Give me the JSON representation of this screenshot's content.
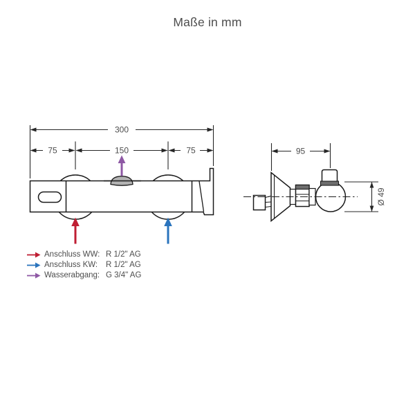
{
  "title": "Maße in mm",
  "front_view": {
    "total_width_mm": "300",
    "left_offset_mm": "75",
    "center_span_mm": "150",
    "right_offset_mm": "75"
  },
  "side_view": {
    "depth_mm": "95",
    "diameter_label": "Ø 49"
  },
  "legend": {
    "items": [
      {
        "label": "Anschluss WW:",
        "value": "R 1/2\" AG"
      },
      {
        "label": "Anschluss KW:",
        "value": "R 1/2\" AG"
      },
      {
        "label": "Wasserabgang:",
        "value": "G 3/4\" AG"
      }
    ]
  },
  "colors": {
    "warm_water_arrow": "#bf1e33",
    "cold_water_arrow": "#2a74bd",
    "outlet_arrow": "#8e58a4",
    "drawing_line": "#1a1a1a",
    "dimension_text": "#4d4d4d",
    "cap_fill": "#b3b3b3"
  }
}
